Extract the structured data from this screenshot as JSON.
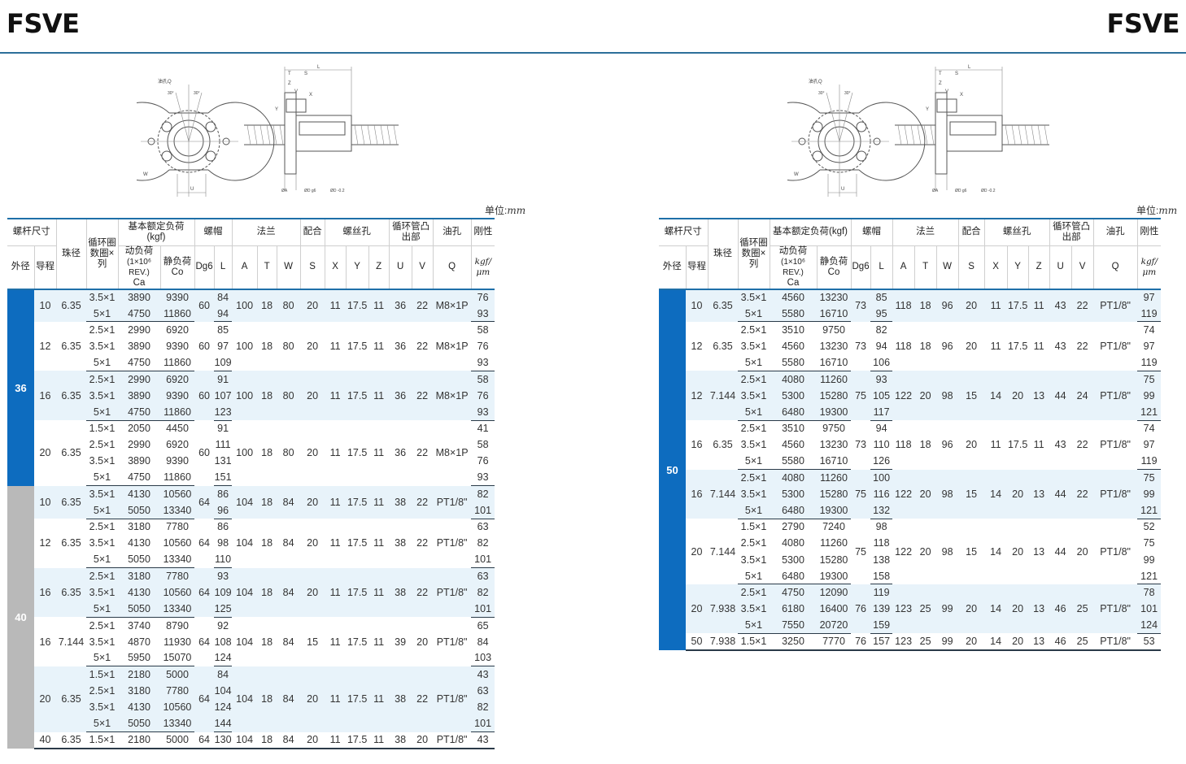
{
  "page": {
    "title_left": "FSVE",
    "title_right": "FSVE",
    "unit_label": "单位:",
    "unit_value": "mm"
  },
  "drawing_labels": {
    "oil_hole": "油孔Q",
    "angle": "30°",
    "w": "W",
    "u": "U",
    "l": "L",
    "t": "T",
    "s": "S",
    "z": "Z",
    "v": "V",
    "x": "X",
    "y": "Y",
    "a": "ØA",
    "dg6": "ØD g6",
    "tol": "ØD -0.2"
  },
  "header": {
    "screw_size": "螺杆尺寸",
    "bead": "珠径",
    "circuits": "循环圈数圈×列",
    "load_rating_left": "基本额定负荷(kgf)",
    "load_rating_right": "基本额定负荷(kgf)",
    "nut": "螺帽",
    "flange": "法兰",
    "fit": "配合",
    "bolt": "螺丝孔",
    "tube": "循环管凸出部",
    "oil": "油孔",
    "stiffness": "刚性",
    "od": "外径",
    "lead": "导程",
    "dynamic": "动负荷",
    "dynamic_rev": "(1×10⁶ REV.)",
    "dynamic_sym": "Ca",
    "static": "静负荷",
    "static_sym": "Co",
    "dg6": "Dg6",
    "l": "L",
    "a": "A",
    "t": "T",
    "w": "W",
    "s": "S",
    "x": "X",
    "y": "Y",
    "z": "Z",
    "u": "U",
    "v": "V",
    "q": "Q",
    "stiff_unit": "kgf/μm"
  },
  "left_table": {
    "groups": [
      {
        "od": "36",
        "color": "blue",
        "blocks": [
          {
            "lead": "10",
            "bead": "6.35",
            "rows": [
              [
                "3.5×1",
                "3890",
                "9390",
                "84",
                "76"
              ],
              [
                "5×1",
                "4750",
                "11860",
                "94",
                "93"
              ]
            ],
            "dg6": "60",
            "a": "100",
            "t": "18",
            "w": "80",
            "s": "20",
            "x": "11",
            "y": "17.5",
            "z": "11",
            "u": "36",
            "v": "22",
            "q": "M8×1P"
          },
          {
            "lead": "12",
            "bead": "6.35",
            "rows": [
              [
                "2.5×1",
                "2990",
                "6920",
                "85",
                "58"
              ],
              [
                "3.5×1",
                "3890",
                "9390",
                "97",
                "76"
              ],
              [
                "5×1",
                "4750",
                "11860",
                "109",
                "93"
              ]
            ],
            "dg6": "60",
            "a": "100",
            "t": "18",
            "w": "80",
            "s": "20",
            "x": "11",
            "y": "17.5",
            "z": "11",
            "u": "36",
            "v": "22",
            "q": "M8×1P"
          },
          {
            "lead": "16",
            "bead": "6.35",
            "rows": [
              [
                "2.5×1",
                "2990",
                "6920",
                "91",
                "58"
              ],
              [
                "3.5×1",
                "3890",
                "9390",
                "107",
                "76"
              ],
              [
                "5×1",
                "4750",
                "11860",
                "123",
                "93"
              ]
            ],
            "dg6": "60",
            "a": "100",
            "t": "18",
            "w": "80",
            "s": "20",
            "x": "11",
            "y": "17.5",
            "z": "11",
            "u": "36",
            "v": "22",
            "q": "M8×1P"
          },
          {
            "lead": "20",
            "bead": "6.35",
            "rows": [
              [
                "1.5×1",
                "2050",
                "4450",
                "91",
                "41"
              ],
              [
                "2.5×1",
                "2990",
                "6920",
                "111",
                "58"
              ],
              [
                "3.5×1",
                "3890",
                "9390",
                "131",
                "76"
              ],
              [
                "5×1",
                "4750",
                "11860",
                "151",
                "93"
              ]
            ],
            "dg6": "60",
            "a": "100",
            "t": "18",
            "w": "80",
            "s": "20",
            "x": "11",
            "y": "17.5",
            "z": "11",
            "u": "36",
            "v": "22",
            "q": "M8×1P"
          }
        ]
      },
      {
        "od": "40",
        "color": "gray",
        "blocks": [
          {
            "lead": "10",
            "bead": "6.35",
            "rows": [
              [
                "3.5×1",
                "4130",
                "10560",
                "86",
                "82"
              ],
              [
                "5×1",
                "5050",
                "13340",
                "96",
                "101"
              ]
            ],
            "dg6": "64",
            "a": "104",
            "t": "18",
            "w": "84",
            "s": "20",
            "x": "11",
            "y": "17.5",
            "z": "11",
            "u": "38",
            "v": "22",
            "q": "PT1/8\""
          },
          {
            "lead": "12",
            "bead": "6.35",
            "rows": [
              [
                "2.5×1",
                "3180",
                "7780",
                "86",
                "63"
              ],
              [
                "3.5×1",
                "4130",
                "10560",
                "98",
                "82"
              ],
              [
                "5×1",
                "5050",
                "13340",
                "110",
                "101"
              ]
            ],
            "dg6": "64",
            "a": "104",
            "t": "18",
            "w": "84",
            "s": "20",
            "x": "11",
            "y": "17.5",
            "z": "11",
            "u": "38",
            "v": "22",
            "q": "PT1/8\""
          },
          {
            "lead": "16",
            "bead": "6.35",
            "rows": [
              [
                "2.5×1",
                "3180",
                "7780",
                "93",
                "63"
              ],
              [
                "3.5×1",
                "4130",
                "10560",
                "109",
                "82"
              ],
              [
                "5×1",
                "5050",
                "13340",
                "125",
                "101"
              ]
            ],
            "dg6": "64",
            "a": "104",
            "t": "18",
            "w": "84",
            "s": "20",
            "x": "11",
            "y": "17.5",
            "z": "11",
            "u": "38",
            "v": "22",
            "q": "PT1/8\""
          },
          {
            "lead": "16",
            "bead": "7.144",
            "rows": [
              [
                "2.5×1",
                "3740",
                "8790",
                "92",
                "65"
              ],
              [
                "3.5×1",
                "4870",
                "11930",
                "108",
                "84"
              ],
              [
                "5×1",
                "5950",
                "15070",
                "124",
                "103"
              ]
            ],
            "dg6": "64",
            "a": "104",
            "t": "18",
            "w": "84",
            "s": "15",
            "x": "11",
            "y": "17.5",
            "z": "11",
            "u": "39",
            "v": "20",
            "q": "PT1/8\""
          },
          {
            "lead": "20",
            "bead": "6.35",
            "rows": [
              [
                "1.5×1",
                "2180",
                "5000",
                "84",
                "43"
              ],
              [
                "2.5×1",
                "3180",
                "7780",
                "104",
                "63"
              ],
              [
                "3.5×1",
                "4130",
                "10560",
                "124",
                "82"
              ],
              [
                "5×1",
                "5050",
                "13340",
                "144",
                "101"
              ]
            ],
            "dg6": "64",
            "a": "104",
            "t": "18",
            "w": "84",
            "s": "20",
            "x": "11",
            "y": "17.5",
            "z": "11",
            "u": "38",
            "v": "22",
            "q": "PT1/8\""
          },
          {
            "lead": "40",
            "bead": "6.35",
            "rows": [
              [
                "1.5×1",
                "2180",
                "5000",
                "130",
                "43"
              ]
            ],
            "dg6": "64",
            "a": "104",
            "t": "18",
            "w": "84",
            "s": "20",
            "x": "11",
            "y": "17.5",
            "z": "11",
            "u": "38",
            "v": "20",
            "q": "PT1/8\""
          }
        ]
      }
    ]
  },
  "right_table": {
    "groups": [
      {
        "od": "50",
        "color": "blue",
        "blocks": [
          {
            "lead": "10",
            "bead": "6.35",
            "rows": [
              [
                "3.5×1",
                "4560",
                "13230",
                "85",
                "97"
              ],
              [
                "5×1",
                "5580",
                "16710",
                "95",
                "119"
              ]
            ],
            "dg6": "73",
            "a": "118",
            "t": "18",
            "w": "96",
            "s": "20",
            "x": "11",
            "y": "17.5",
            "z": "11",
            "u": "43",
            "v": "22",
            "q": "PT1/8\""
          },
          {
            "lead": "12",
            "bead": "6.35",
            "rows": [
              [
                "2.5×1",
                "3510",
                "9750",
                "82",
                "74"
              ],
              [
                "3.5×1",
                "4560",
                "13230",
                "94",
                "97"
              ],
              [
                "5×1",
                "5580",
                "16710",
                "106",
                "119"
              ]
            ],
            "dg6": "73",
            "a": "118",
            "t": "18",
            "w": "96",
            "s": "20",
            "x": "11",
            "y": "17.5",
            "z": "11",
            "u": "43",
            "v": "22",
            "q": "PT1/8\""
          },
          {
            "lead": "12",
            "bead": "7.144",
            "rows": [
              [
                "2.5×1",
                "4080",
                "11260",
                "93",
                "75"
              ],
              [
                "3.5×1",
                "5300",
                "15280",
                "105",
                "99"
              ],
              [
                "5×1",
                "6480",
                "19300",
                "117",
                "121"
              ]
            ],
            "dg6": "75",
            "a": "122",
            "t": "20",
            "w": "98",
            "s": "15",
            "x": "14",
            "y": "20",
            "z": "13",
            "u": "44",
            "v": "24",
            "q": "PT1/8\""
          },
          {
            "lead": "16",
            "bead": "6.35",
            "rows": [
              [
                "2.5×1",
                "3510",
                "9750",
                "94",
                "74"
              ],
              [
                "3.5×1",
                "4560",
                "13230",
                "110",
                "97"
              ],
              [
                "5×1",
                "5580",
                "16710",
                "126",
                "119"
              ]
            ],
            "dg6": "73",
            "a": "118",
            "t": "18",
            "w": "96",
            "s": "20",
            "x": "11",
            "y": "17.5",
            "z": "11",
            "u": "43",
            "v": "22",
            "q": "PT1/8\""
          },
          {
            "lead": "16",
            "bead": "7.144",
            "rows": [
              [
                "2.5×1",
                "4080",
                "11260",
                "100",
                "75"
              ],
              [
                "3.5×1",
                "5300",
                "15280",
                "116",
                "99"
              ],
              [
                "5×1",
                "6480",
                "19300",
                "132",
                "121"
              ]
            ],
            "dg6": "75",
            "a": "122",
            "t": "20",
            "w": "98",
            "s": "15",
            "x": "14",
            "y": "20",
            "z": "13",
            "u": "44",
            "v": "22",
            "q": "PT1/8\""
          },
          {
            "lead": "20",
            "bead": "7.144",
            "rows": [
              [
                "1.5×1",
                "2790",
                "7240",
                "98",
                "52"
              ],
              [
                "2.5×1",
                "4080",
                "11260",
                "118",
                "75"
              ],
              [
                "3.5×1",
                "5300",
                "15280",
                "138",
                "99"
              ],
              [
                "5×1",
                "6480",
                "19300",
                "158",
                "121"
              ]
            ],
            "dg6": "75",
            "a": "122",
            "t": "20",
            "w": "98",
            "s": "15",
            "x": "14",
            "y": "20",
            "z": "13",
            "u": "44",
            "v": "20",
            "q": "PT1/8\""
          },
          {
            "lead": "20",
            "bead": "7.938",
            "rows": [
              [
                "2.5×1",
                "4750",
                "12090",
                "119",
                "78"
              ],
              [
                "3.5×1",
                "6180",
                "16400",
                "139",
                "101"
              ],
              [
                "5×1",
                "7550",
                "20720",
                "159",
                "124"
              ]
            ],
            "dg6": "76",
            "a": "123",
            "t": "25",
            "w": "99",
            "s": "20",
            "x": "14",
            "y": "20",
            "z": "13",
            "u": "46",
            "v": "25",
            "q": "PT1/8\""
          },
          {
            "lead": "50",
            "bead": "7.938",
            "rows": [
              [
                "1.5×1",
                "3250",
                "7770",
                "157",
                "53"
              ]
            ],
            "dg6": "76",
            "a": "123",
            "t": "25",
            "w": "99",
            "s": "20",
            "x": "14",
            "y": "20",
            "z": "13",
            "u": "46",
            "v": "25",
            "q": "PT1/8\""
          }
        ]
      }
    ]
  }
}
